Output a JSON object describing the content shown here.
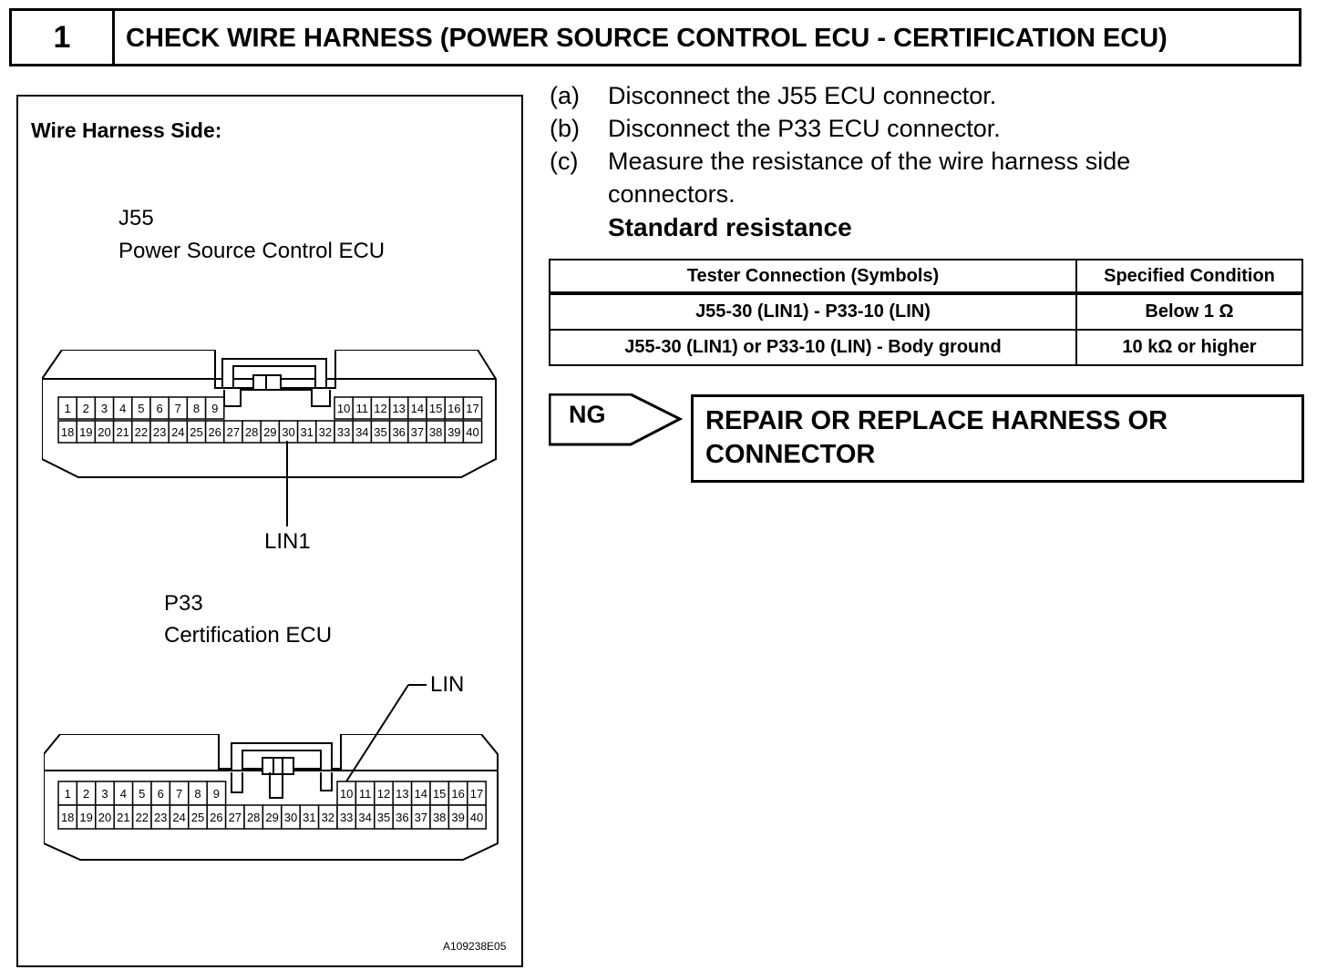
{
  "header": {
    "step_number": "1",
    "title": "CHECK WIRE HARNESS (POWER SOURCE CONTROL ECU - CERTIFICATION ECU)"
  },
  "figure": {
    "side_label": "Wire Harness Side:",
    "j55": {
      "code": "J55",
      "name": "Power Source Control ECU",
      "pin_label": "LIN1",
      "row1_pins": [
        "1",
        "2",
        "3",
        "4",
        "5",
        "6",
        "7",
        "8",
        "9",
        "10",
        "11",
        "12",
        "13",
        "14",
        "15",
        "16",
        "17"
      ],
      "row2_pins": [
        "18",
        "19",
        "20",
        "21",
        "22",
        "23",
        "24",
        "25",
        "26",
        "27",
        "28",
        "29",
        "30",
        "31",
        "32",
        "33",
        "34",
        "35",
        "36",
        "37",
        "38",
        "39",
        "40"
      ]
    },
    "p33": {
      "code": "P33",
      "name": "Certification ECU",
      "pin_label": "LIN",
      "row1_pins": [
        "1",
        "2",
        "3",
        "4",
        "5",
        "6",
        "7",
        "8",
        "9",
        "10",
        "11",
        "12",
        "13",
        "14",
        "15",
        "16",
        "17"
      ],
      "row2_pins": [
        "18",
        "19",
        "20",
        "21",
        "22",
        "23",
        "24",
        "25",
        "26",
        "27",
        "28",
        "29",
        "30",
        "31",
        "32",
        "33",
        "34",
        "35",
        "36",
        "37",
        "38",
        "39",
        "40"
      ]
    },
    "figure_id": "A109238E05"
  },
  "steps": [
    {
      "letter": "(a)",
      "text": "Disconnect the J55 ECU connector."
    },
    {
      "letter": "(b)",
      "text": "Disconnect the P33 ECU connector."
    },
    {
      "letter": "(c)",
      "text": "Measure the resistance of the wire harness side",
      "continuation": "connectors."
    }
  ],
  "standard_label": "Standard resistance",
  "table": {
    "headers": [
      "Tester Connection (Symbols)",
      "Specified Condition"
    ],
    "rows": [
      [
        "J55-30 (LIN1) - P33-10 (LIN)",
        "Below 1 Ω"
      ],
      [
        "J55-30 (LIN1) or P33-10 (LIN) - Body ground",
        "10 kΩ or higher"
      ]
    ]
  },
  "result": {
    "ng_label": "NG",
    "action": "REPAIR OR REPLACE HARNESS OR CONNECTOR"
  }
}
